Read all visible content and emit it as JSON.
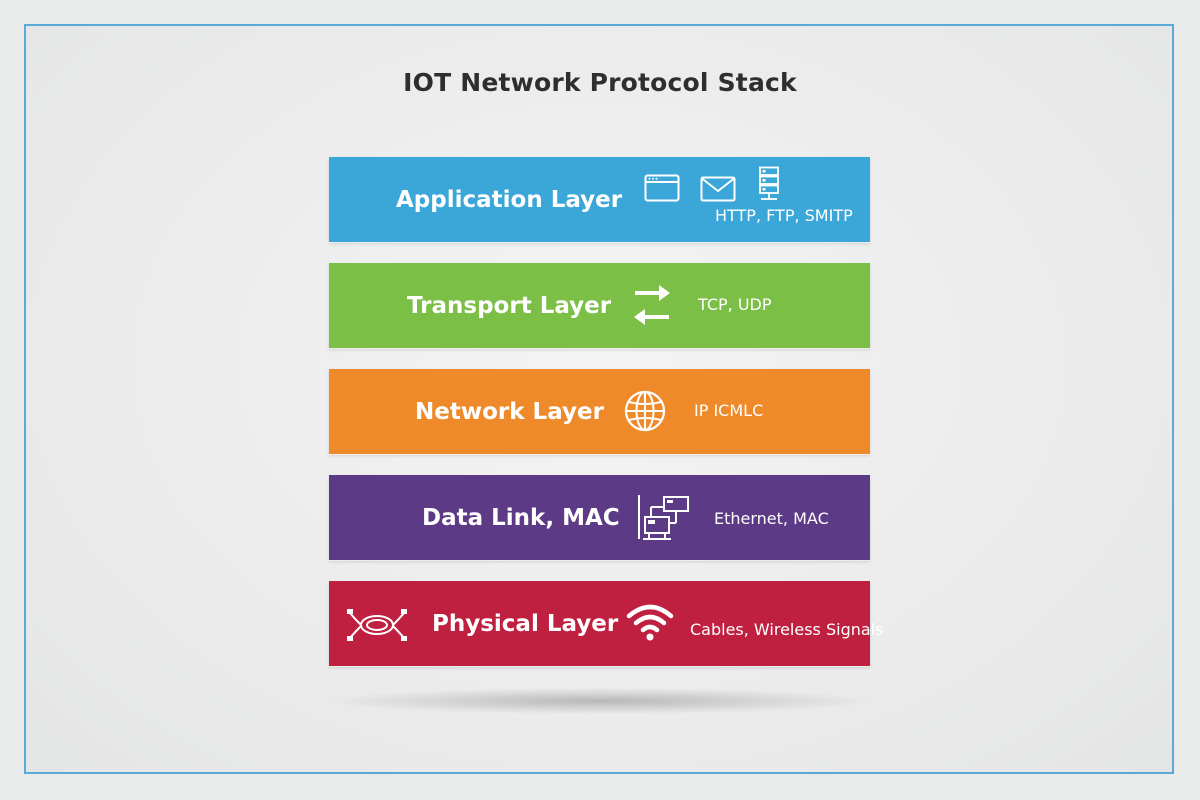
{
  "title": "IOT Network Protocol Stack",
  "layers": [
    {
      "name": "Application Layer",
      "protocols": "HTTP, FTP, SMITP",
      "color": "#3ba7d8",
      "icons": [
        "browser-window-icon",
        "envelope-icon",
        "server-icon"
      ]
    },
    {
      "name": "Transport Layer",
      "protocols": "TCP, UDP",
      "color": "#7cbf47",
      "icons": [
        "swap-arrows-icon"
      ]
    },
    {
      "name": "Network Layer",
      "protocols": "IP ICMLC",
      "color": "#ef8a2b",
      "icons": [
        "globe-icon"
      ]
    },
    {
      "name": "Data Link, MAC",
      "protocols": "Ethernet, MAC",
      "color": "#5d3a86",
      "icons": [
        "connected-devices-icon"
      ]
    },
    {
      "name": "Physical Layer",
      "protocols": "Cables, Wireless Signals",
      "color": "#c0203f",
      "icons": [
        "cable-icon",
        "wifi-icon"
      ]
    }
  ]
}
